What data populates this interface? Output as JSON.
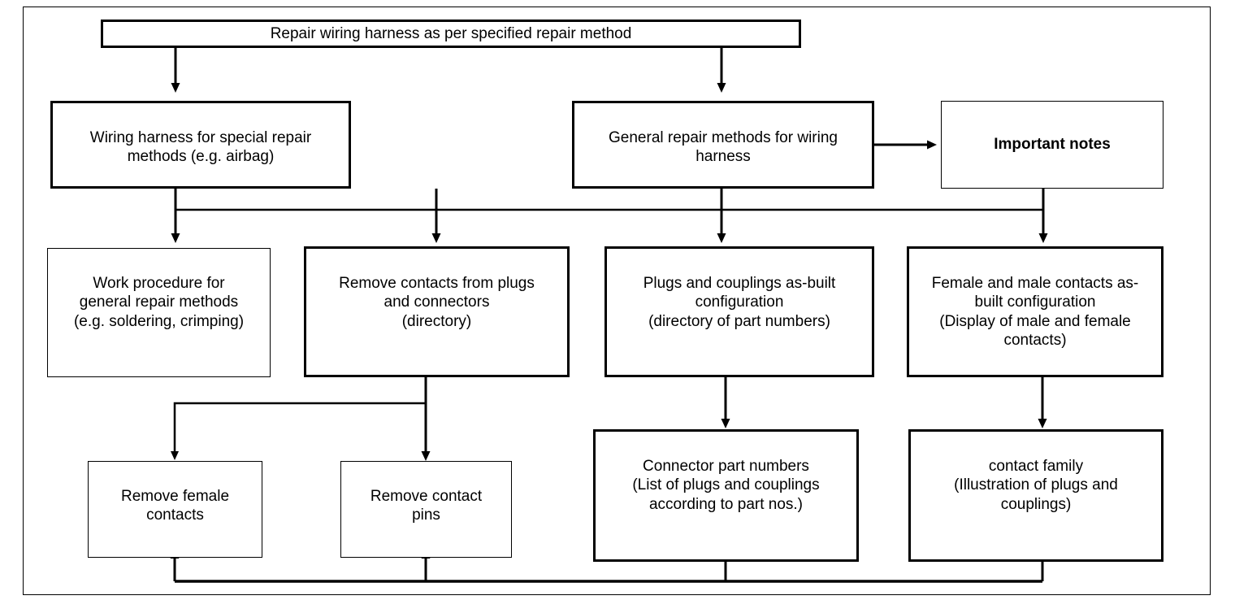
{
  "diagram": {
    "title_node": {
      "id": "repair-wiring-harness",
      "label": "Repair wiring harness as per specified repair method"
    },
    "nodes": [
      {
        "id": "wiring-harness-special",
        "label": "Wiring harness for special repair\nmethods (e.g. airbag)",
        "border": "thick",
        "bold": false
      },
      {
        "id": "general-repair-methods",
        "label": "General repair methods for wiring\nharness",
        "border": "thick",
        "bold": false
      },
      {
        "id": "important-notes",
        "label": "Important notes",
        "border": "thin",
        "bold": true
      },
      {
        "id": "work-procedure",
        "label": "Work procedure for\ngeneral repair methods\n(e.g. soldering, crimping)",
        "border": "thin",
        "bold": false
      },
      {
        "id": "remove-contacts-plugs",
        "label": "Remove contacts from plugs\nand connectors\n(directory)",
        "border": "thick",
        "bold": false
      },
      {
        "id": "plugs-couplings-asbuilt",
        "label": "Plugs and couplings as-built\nconfiguration\n(directory of part numbers)",
        "border": "thick",
        "bold": false
      },
      {
        "id": "female-male-contacts-asbuilt",
        "label": "Female and male contacts as-\nbuilt configuration\n(Display of male and female\ncontacts)",
        "border": "thick",
        "bold": false
      },
      {
        "id": "remove-female-contacts",
        "label": "Remove female\ncontacts",
        "border": "thin",
        "bold": false
      },
      {
        "id": "remove-contact-pins",
        "label": "Remove contact\npins",
        "border": "thin",
        "bold": false
      },
      {
        "id": "connector-part-numbers",
        "label": "Connector part numbers\n(List of plugs and couplings\naccording to part nos.)",
        "border": "thick",
        "bold": false
      },
      {
        "id": "contact-family",
        "label": "contact family\n(Illustration of plugs and\ncouplings)",
        "border": "thick",
        "bold": false
      }
    ],
    "colors": {
      "line": "#000000",
      "background": "#ffffff",
      "text": "#000000"
    }
  }
}
